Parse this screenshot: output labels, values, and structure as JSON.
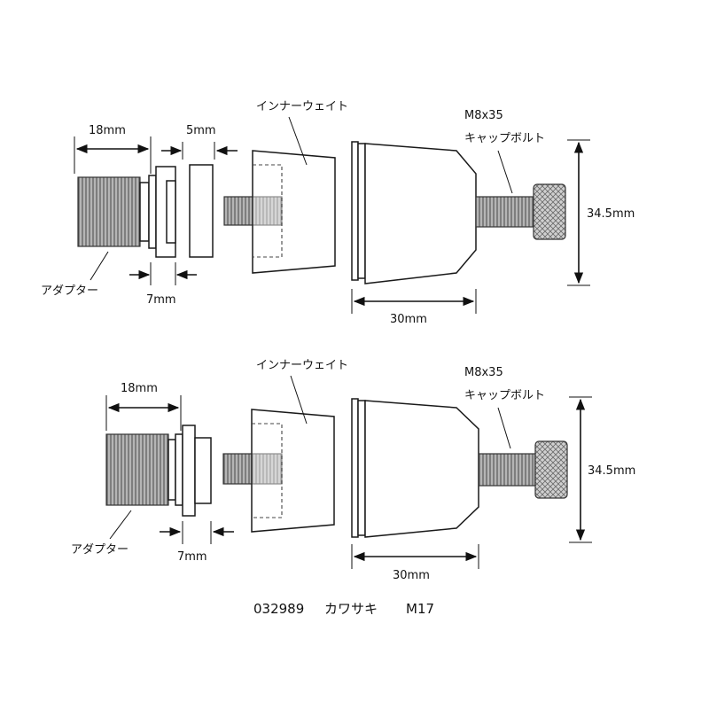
{
  "top": {
    "adapter_label": "アダプター",
    "adapter_length": "18mm",
    "adapter_collar": "7mm",
    "spacer_width": "5mm",
    "inner_weight_label": "インナーウェイト",
    "bolt_spec": "M8x35",
    "bolt_label": "キャップボルト",
    "end_length": "30mm",
    "end_diameter": "34.5mm"
  },
  "bottom": {
    "adapter_label": "アダプター",
    "adapter_length": "18mm",
    "adapter_collar": "7mm",
    "inner_weight_label": "インナーウェイト",
    "bolt_spec": "M8x35",
    "bolt_label": "キャップボルト",
    "end_length": "30mm",
    "end_diameter": "34.5mm"
  },
  "caption": {
    "part_number": "032989",
    "maker": "カワサキ",
    "model": "M17"
  },
  "colors": {
    "line": "#111111",
    "thread_fill": "#9a9a9a",
    "background": "#ffffff"
  }
}
